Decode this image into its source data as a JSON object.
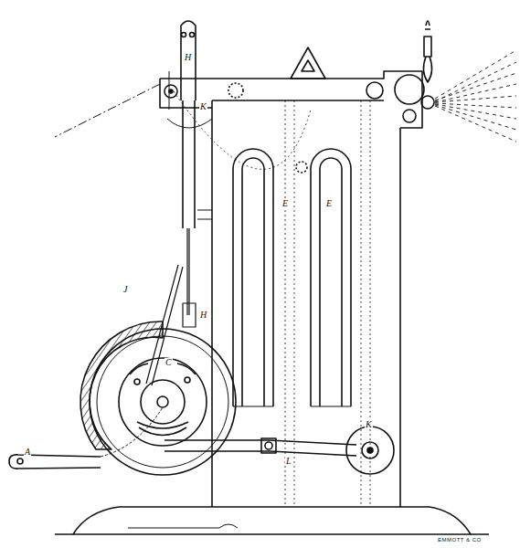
{
  "diagram": {
    "labels": [
      "H",
      "K",
      "H",
      "J",
      "C",
      "A",
      "L",
      "K",
      "E",
      "E",
      "EMMOTT & CO"
    ]
  }
}
